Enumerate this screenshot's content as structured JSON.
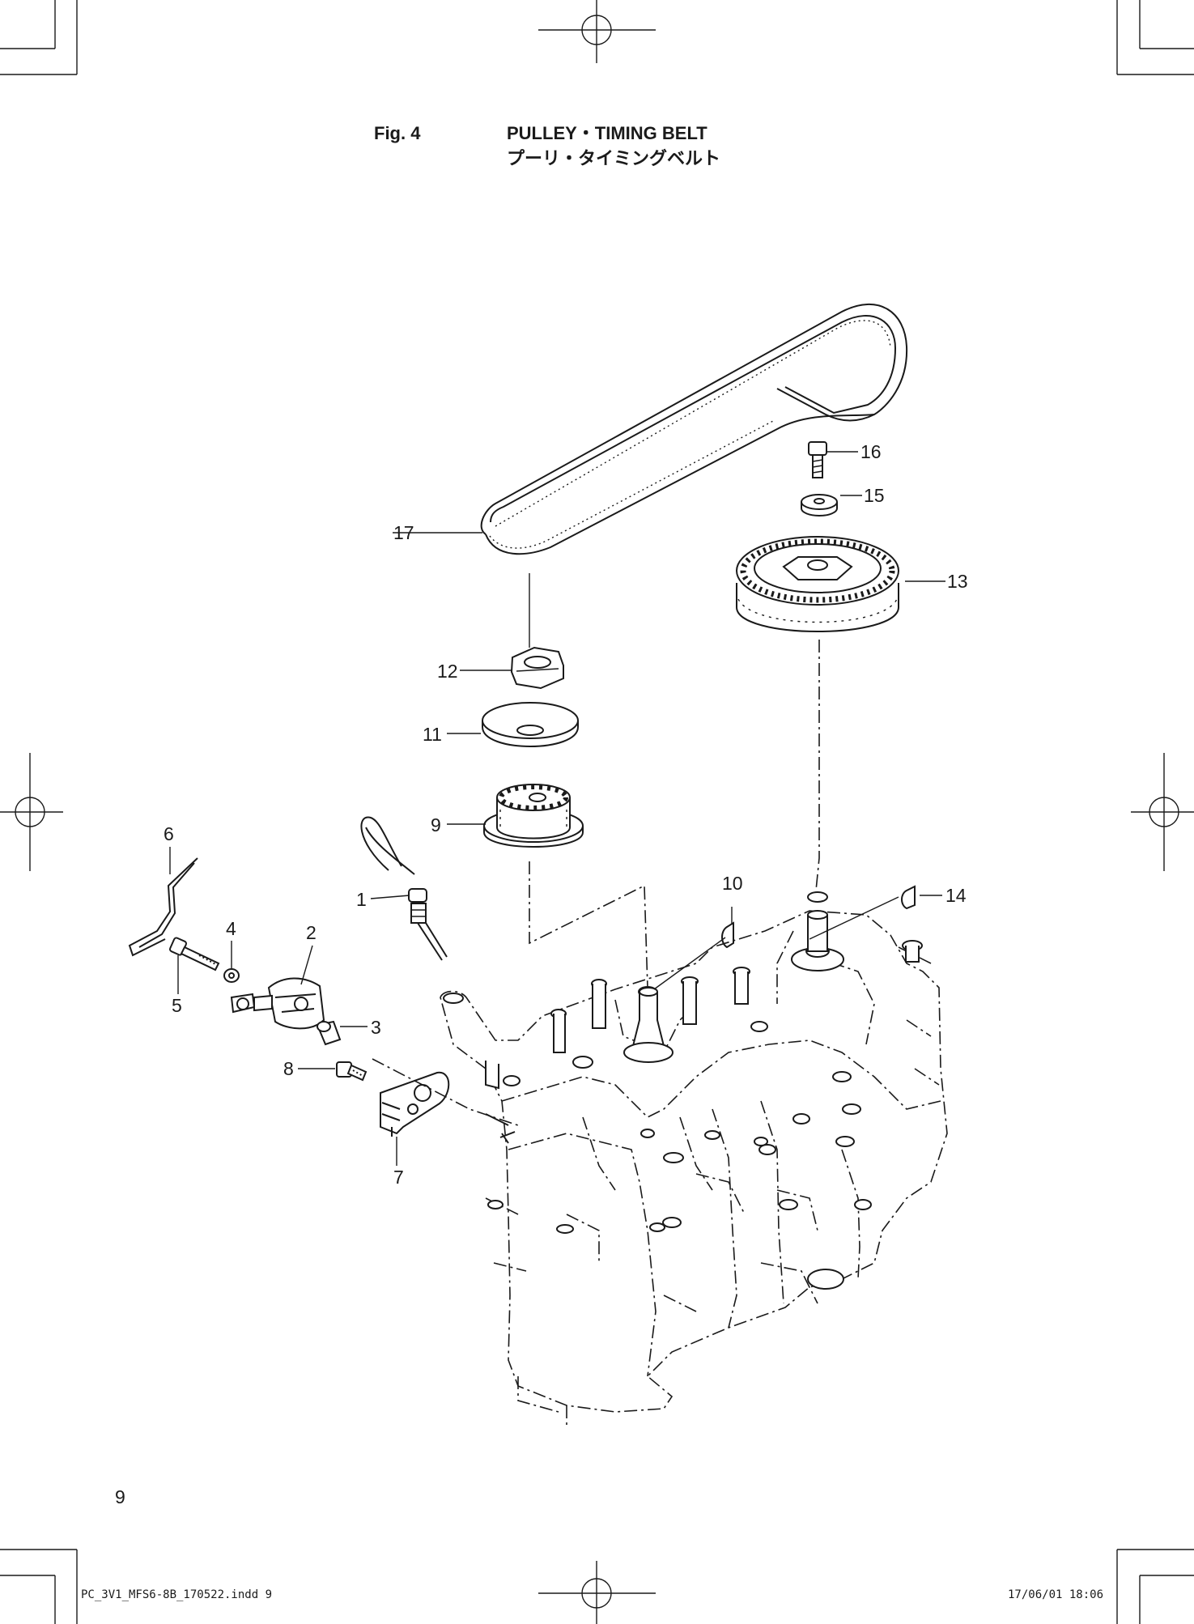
{
  "figure": {
    "fig_label": "Fig. 4",
    "title_en": "PULLEY・TIMING BELT",
    "title_ja": "プーリ・タイミングベルト"
  },
  "callouts": [
    "1",
    "2",
    "3",
    "4",
    "5",
    "6",
    "7",
    "8",
    "9",
    "10",
    "11",
    "12",
    "13",
    "14",
    "15",
    "16",
    "17"
  ],
  "page_number": "9",
  "footer": {
    "file_name": "PC_3V1_MFS6-8B_170522.indd  9",
    "timestamp": "17/06/01  18:06"
  }
}
